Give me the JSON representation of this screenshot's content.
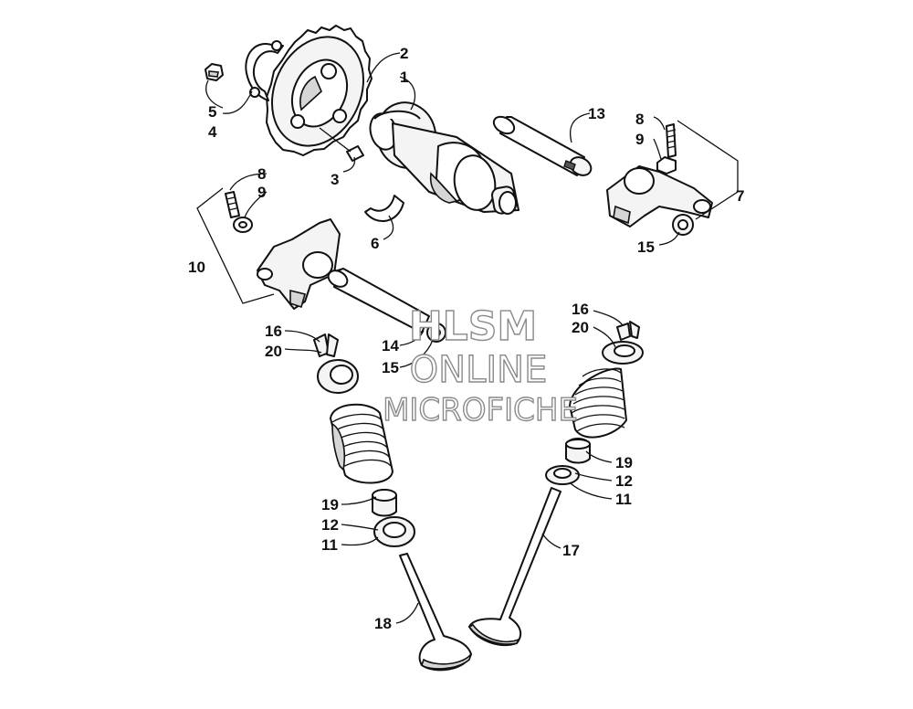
{
  "diagram": {
    "callouts": [
      {
        "id": "c1",
        "label": "1"
      },
      {
        "id": "c2",
        "label": "2"
      },
      {
        "id": "c3",
        "label": "3"
      },
      {
        "id": "c4",
        "label": "4"
      },
      {
        "id": "c5",
        "label": "5"
      },
      {
        "id": "c6",
        "label": "6"
      },
      {
        "id": "c7",
        "label": "7"
      },
      {
        "id": "c8a",
        "label": "8"
      },
      {
        "id": "c9a",
        "label": "9"
      },
      {
        "id": "c8b",
        "label": "8"
      },
      {
        "id": "c9b",
        "label": "9"
      },
      {
        "id": "c10",
        "label": "10"
      },
      {
        "id": "c13",
        "label": "13"
      },
      {
        "id": "c14",
        "label": "14"
      },
      {
        "id": "c15a",
        "label": "15"
      },
      {
        "id": "c15b",
        "label": "15"
      },
      {
        "id": "c16a",
        "label": "16"
      },
      {
        "id": "c20a",
        "label": "20"
      },
      {
        "id": "c16b",
        "label": "16"
      },
      {
        "id": "c20b",
        "label": "20"
      },
      {
        "id": "c19a",
        "label": "19"
      },
      {
        "id": "c12a",
        "label": "12"
      },
      {
        "id": "c11a",
        "label": "11"
      },
      {
        "id": "c19b",
        "label": "19"
      },
      {
        "id": "c12b",
        "label": "12"
      },
      {
        "id": "c11b",
        "label": "11"
      },
      {
        "id": "c17",
        "label": "17"
      },
      {
        "id": "c18",
        "label": "18"
      }
    ]
  },
  "watermark": {
    "line1": "HLSM",
    "line2": "ONLINE",
    "line3": "MICROFICHE"
  }
}
